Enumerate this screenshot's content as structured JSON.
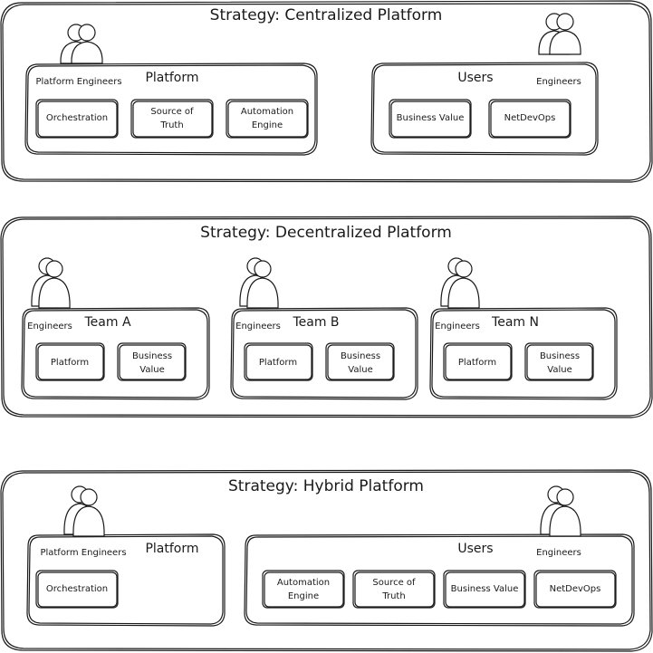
{
  "sections": [
    {
      "title": "Strategy: Centralized Platform",
      "groups": [
        {
          "header": "Platform",
          "actor_label": "Platform Engineers",
          "items": [
            {
              "lines": [
                "Orchestration"
              ]
            },
            {
              "lines": [
                "Source of",
                "Truth"
              ]
            },
            {
              "lines": [
                "Automation",
                "Engine"
              ]
            }
          ]
        },
        {
          "header": "Users",
          "actor_label": "Engineers",
          "items": [
            {
              "lines": [
                "Business Value"
              ]
            },
            {
              "lines": [
                "NetDevOps"
              ]
            }
          ]
        }
      ]
    },
    {
      "title": "Strategy: Decentralized Platform",
      "groups": [
        {
          "header": "Team A",
          "actor_label": "Engineers",
          "items": [
            {
              "lines": [
                "Platform"
              ]
            },
            {
              "lines": [
                "Business",
                "Value"
              ]
            }
          ]
        },
        {
          "header": "Team B",
          "actor_label": "Engineers",
          "items": [
            {
              "lines": [
                "Platform"
              ]
            },
            {
              "lines": [
                "Business",
                "Value"
              ]
            }
          ]
        },
        {
          "header": "Team N",
          "actor_label": "Engineers",
          "items": [
            {
              "lines": [
                "Platform"
              ]
            },
            {
              "lines": [
                "Business",
                "Value"
              ]
            }
          ]
        }
      ]
    },
    {
      "title": "Strategy: Hybrid Platform",
      "groups": [
        {
          "header": "Platform",
          "actor_label": "Platform Engineers",
          "items": [
            {
              "lines": [
                "Orchestration"
              ]
            }
          ]
        },
        {
          "header": "Users",
          "actor_label": "Engineers",
          "items": [
            {
              "lines": [
                "Automation",
                "Engine"
              ]
            },
            {
              "lines": [
                "Source of",
                "Truth"
              ]
            },
            {
              "lines": [
                "Business Value"
              ]
            },
            {
              "lines": [
                "NetDevOps"
              ]
            }
          ]
        }
      ]
    }
  ]
}
